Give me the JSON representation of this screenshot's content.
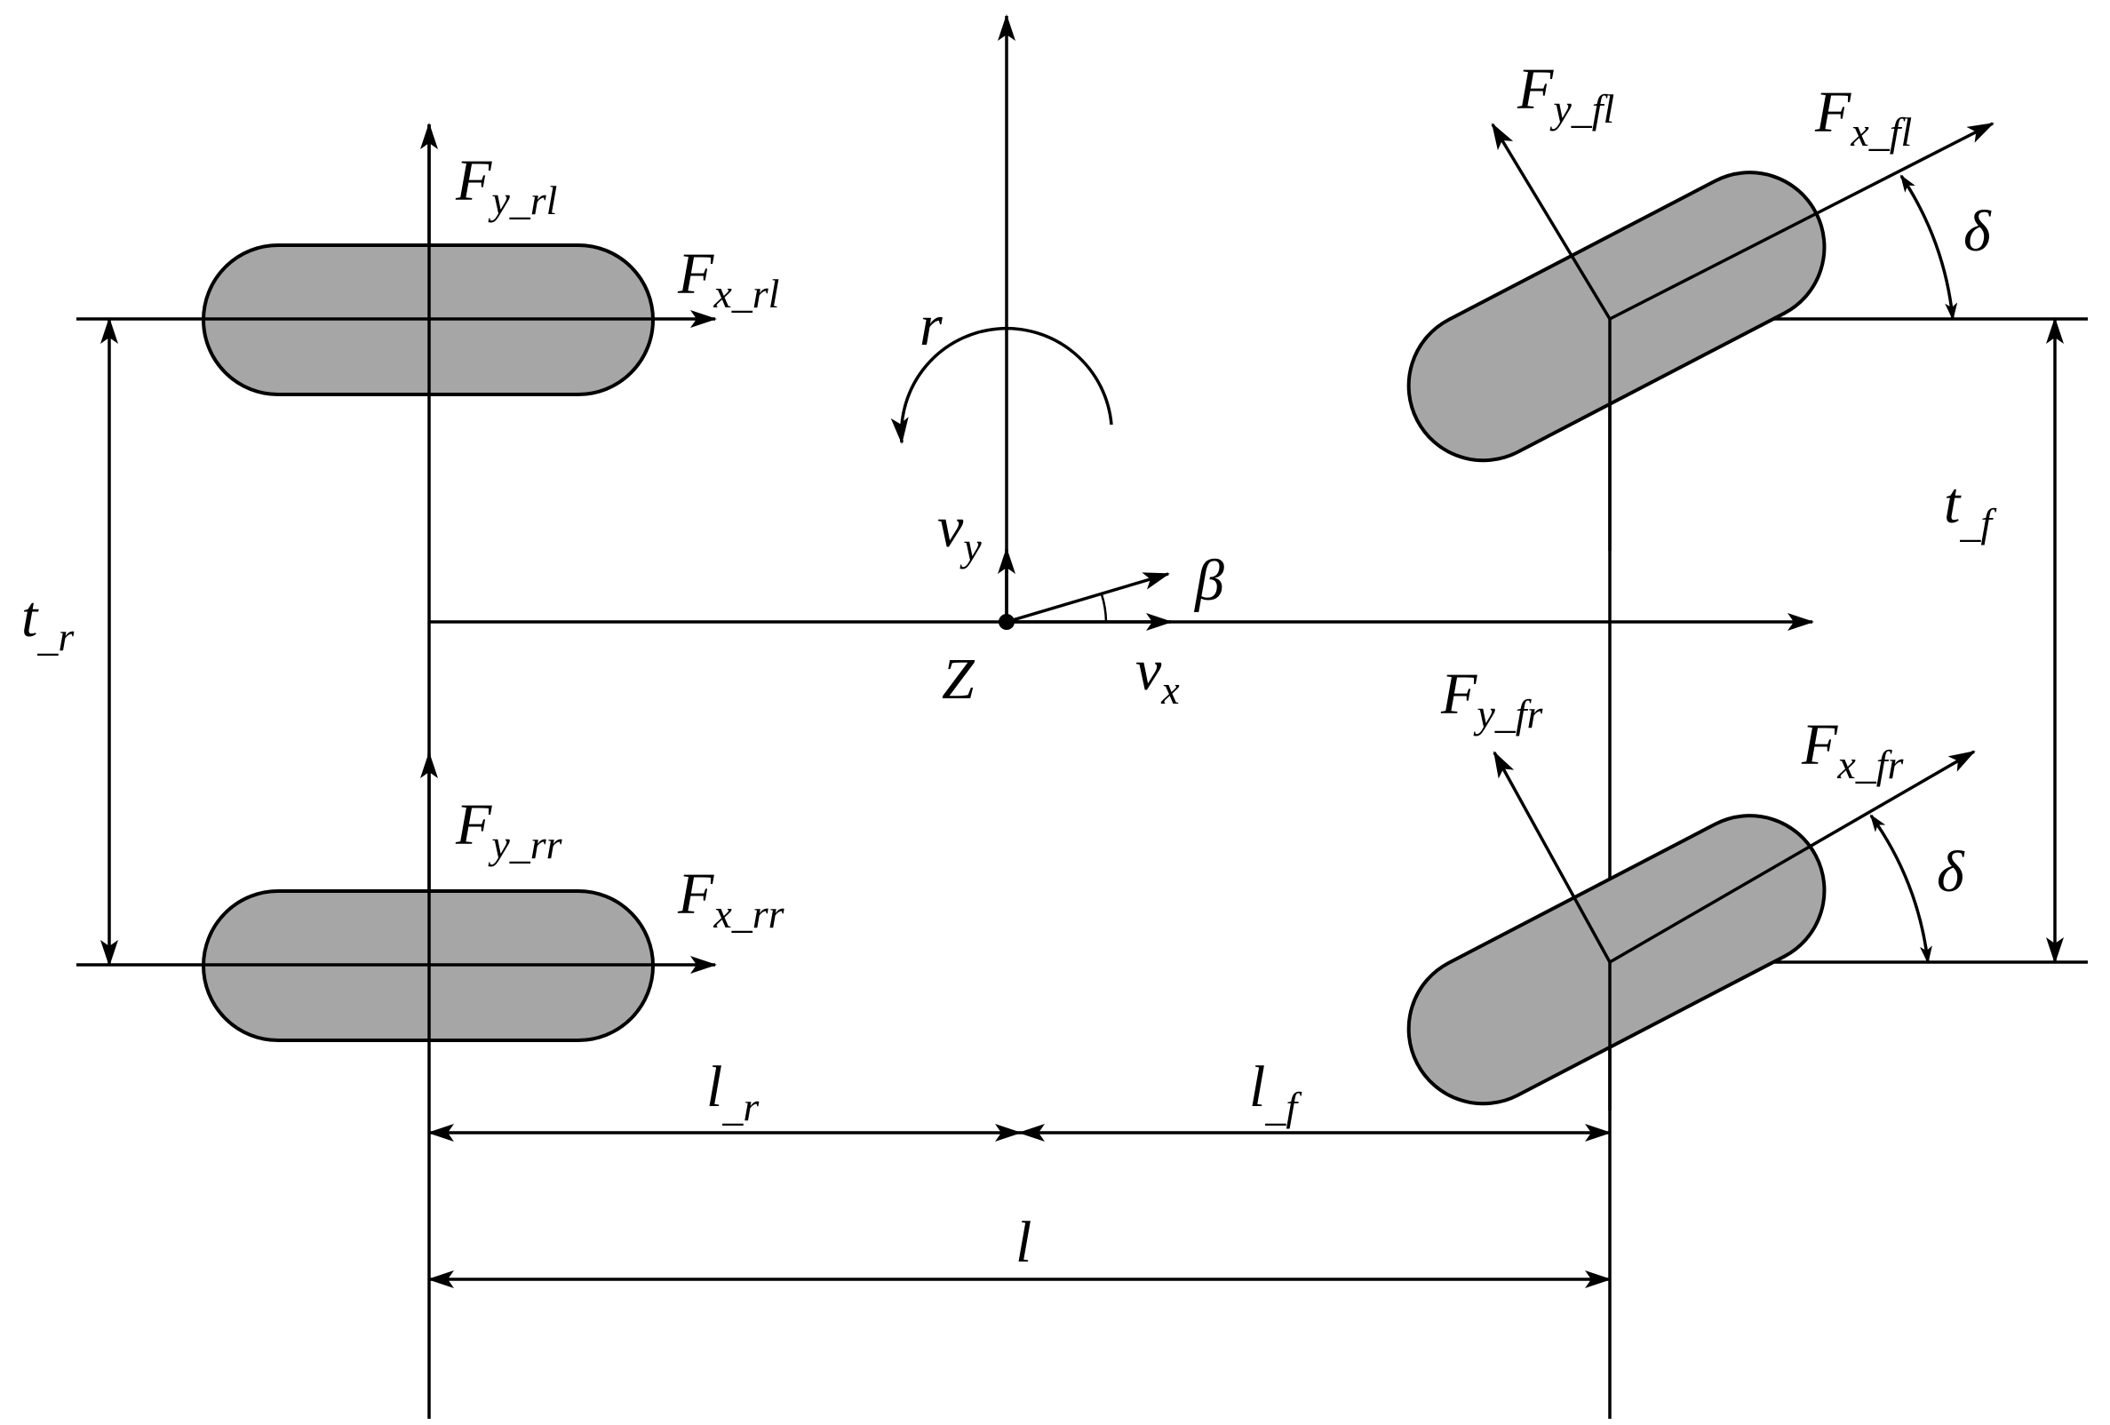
{
  "diagram": {
    "wheel_force_labels": {
      "rear_left": {
        "fy_main": "F",
        "fy_sub": "y_rl",
        "fx_main": "F",
        "fx_sub": "x_rl"
      },
      "rear_right": {
        "fy_main": "F",
        "fy_sub": "y_rr",
        "fx_main": "F",
        "fx_sub": "x_rr"
      },
      "front_left": {
        "fy_main": "F",
        "fy_sub": "y_fl",
        "fx_main": "F",
        "fx_sub": "x_fl"
      },
      "front_right": {
        "fy_main": "F",
        "fy_sub": "y_fr",
        "fx_main": "F",
        "fx_sub": "x_fr"
      }
    },
    "steer_angle": "δ",
    "yaw_rate": "r",
    "center_label": "Z",
    "sideslip": "β",
    "vx": {
      "main": "v",
      "sub": "x"
    },
    "vy": {
      "main": "v",
      "sub": "y"
    },
    "dimensions": {
      "rear_track": {
        "main": "t",
        "sub": "_r"
      },
      "front_track": {
        "main": "t",
        "sub": "_f"
      },
      "rear_distance": {
        "main": "l",
        "sub": "_r"
      },
      "front_distance": {
        "main": "l",
        "sub": "_f"
      },
      "wheelbase": "l"
    },
    "colors": {
      "tire_fill": "#a6a6a6",
      "stroke": "#000000"
    }
  }
}
